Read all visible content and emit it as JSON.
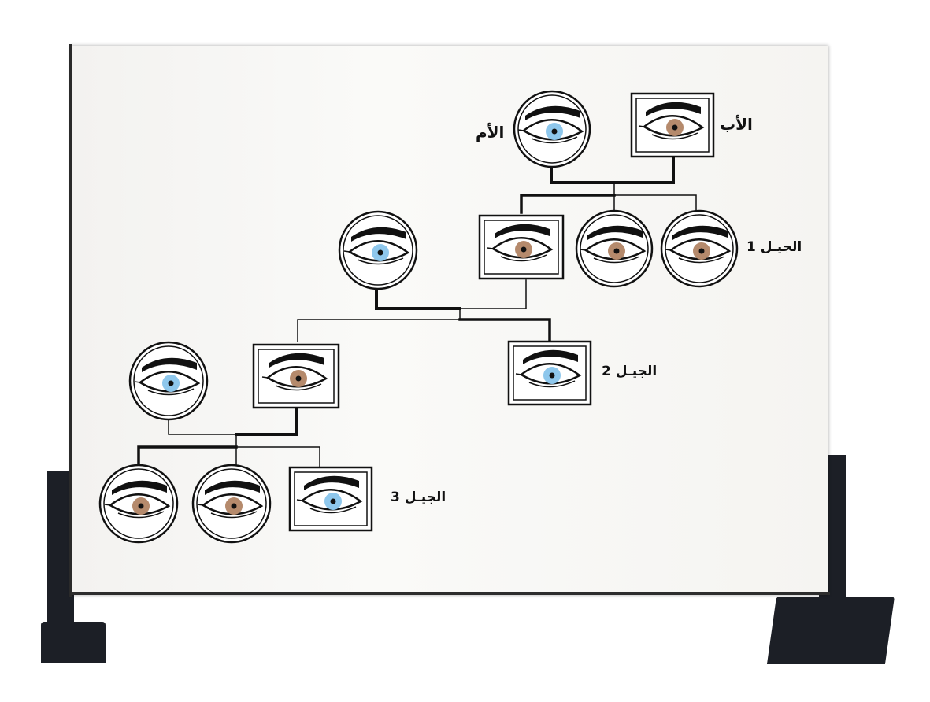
{
  "labels": {
    "father": "الأب",
    "mother": "الأم",
    "gen1": "الجيـل 1",
    "gen2": "الجيـل 2",
    "gen3": "الجيـل 3"
  },
  "colors": {
    "brown_iris": "#b58a6c",
    "blue_iris": "#8ec7ec",
    "ink": "#111111",
    "board": "#f7f6f3",
    "stand": "#1c1f26"
  },
  "pedigree": {
    "parents": [
      {
        "role": "mother",
        "sex": "female",
        "eye": "blue"
      },
      {
        "role": "father",
        "sex": "male",
        "eye": "brown"
      }
    ],
    "generation_1": [
      {
        "sex": "male",
        "eye": "brown",
        "spouse": {
          "sex": "female",
          "eye": "blue"
        }
      },
      {
        "sex": "female",
        "eye": "brown"
      },
      {
        "sex": "female",
        "eye": "brown"
      }
    ],
    "generation_2": [
      {
        "sex": "male",
        "eye": "brown",
        "spouse": {
          "sex": "female",
          "eye": "blue"
        }
      },
      {
        "sex": "male",
        "eye": "blue"
      }
    ],
    "generation_3": [
      {
        "sex": "female",
        "eye": "brown"
      },
      {
        "sex": "female",
        "eye": "brown"
      },
      {
        "sex": "male",
        "eye": "blue"
      }
    ]
  }
}
